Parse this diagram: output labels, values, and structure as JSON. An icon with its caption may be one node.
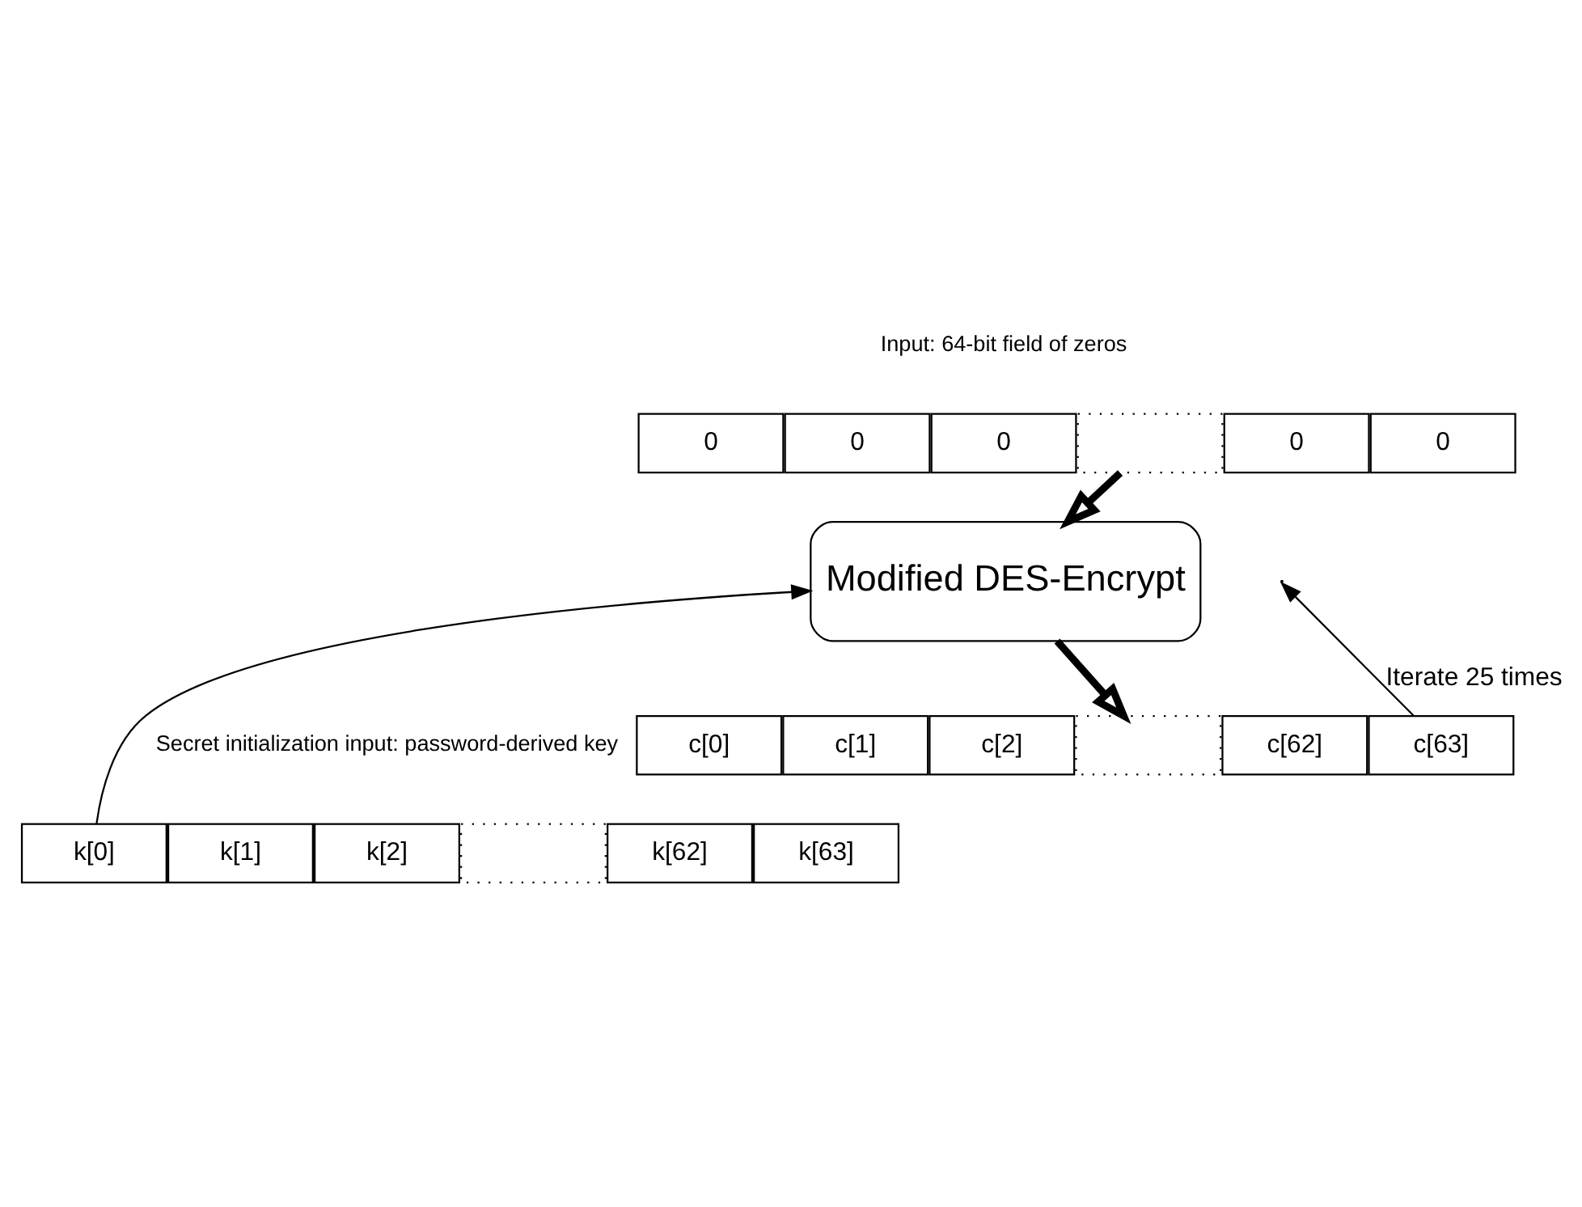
{
  "diagram": {
    "nodes": [
      {
        "text": [
          "0"
        ]
      },
      {
        "text": [
          "0"
        ]
      },
      {
        "text": [
          "0"
        ]
      },
      {
        "text": [],
        "shape": "box"
      },
      {
        "text": [
          "0"
        ]
      },
      {
        "text": [
          "0"
        ]
      },
      {
        "text": [
          "Modified DES-Encrypt"
        ]
      },
      {
        "text": [
          "c[0]"
        ]
      },
      {
        "text": [
          "c[1]"
        ]
      },
      {
        "text": [
          "c[2]"
        ]
      },
      {
        "text": [],
        "shape": "box"
      },
      {
        "text": [
          "c[62]"
        ]
      },
      {
        "text": [
          "c[63]"
        ]
      },
      {
        "text": [
          "k[0]"
        ]
      },
      {
        "text": [
          "k[1]"
        ]
      },
      {
        "text": [
          "k[2]"
        ]
      },
      {
        "text": [],
        "shape": "box"
      },
      {
        "text": [
          "k[62]"
        ]
      },
      {
        "text": [
          "k[63]"
        ]
      }
    ],
    "edges": [
      {
        "from": 3,
        "to": 6,
        "arrow": "to",
        "style": "thick"
      },
      {
        "from": 6,
        "to": 10,
        "arrow": "to",
        "style": "thick"
      },
      {
        "from": 12,
        "to": null,
        "arrow": "to",
        "label": "Iterate 25 times"
      },
      {
        "from": 13,
        "to": 6,
        "arrow": "to"
      }
    ],
    "labels": [
      "Input: 64-bit field of zeros",
      "Secret initialization input: password-derived key"
    ]
  }
}
